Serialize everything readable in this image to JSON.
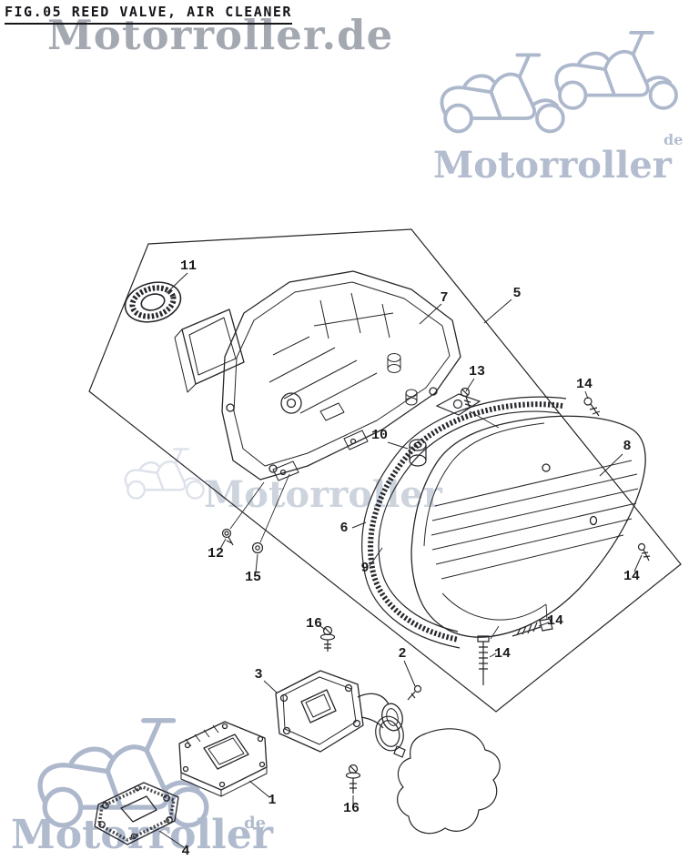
{
  "figure": {
    "title": "FIG.05 REED VALVE, AIR CLEANER"
  },
  "watermarks": {
    "header": "Motorroller.de",
    "brand": "Motorroller",
    "domain_suffix": "de"
  },
  "colors": {
    "ink": "#26262b",
    "paper": "#ffffff",
    "watermark_gray": "#8e949e",
    "watermark_blue": "#adb8cc"
  },
  "icons": {
    "scooter": "scooter-icon"
  },
  "part_labels": [
    {
      "id": "11"
    },
    {
      "id": "7"
    },
    {
      "id": "5"
    },
    {
      "id": "13"
    },
    {
      "id": "14"
    },
    {
      "id": "10"
    },
    {
      "id": "8"
    },
    {
      "id": "6"
    },
    {
      "id": "9"
    },
    {
      "id": "12"
    },
    {
      "id": "15"
    },
    {
      "id": "14"
    },
    {
      "id": "14"
    },
    {
      "id": "14"
    },
    {
      "id": "16"
    },
    {
      "id": "2"
    },
    {
      "id": "3"
    },
    {
      "id": "1"
    },
    {
      "id": "16"
    },
    {
      "id": "4"
    }
  ]
}
